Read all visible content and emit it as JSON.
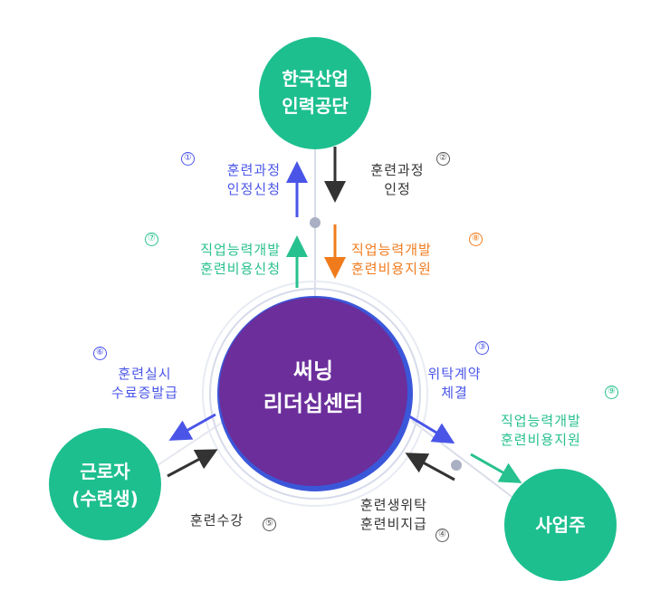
{
  "colors": {
    "node": "#1dbf8f",
    "center": "#6b2e9b",
    "center_ring": "#3b57d9",
    "blue": "#4a55e8",
    "dark": "#333333",
    "orange": "#f07b1d",
    "green": "#27c08f",
    "connector": "#d9dde8",
    "dot": "#aab0c4"
  },
  "nodes": {
    "hrd": {
      "line1": "한국산업",
      "line2": "인력공단"
    },
    "center": {
      "line1": "써닝",
      "line2": "리더십센터"
    },
    "trainee": {
      "line1": "근로자",
      "line2": "(수련생)"
    },
    "employer": {
      "line1": "사업주"
    }
  },
  "flows": [
    {
      "num": "①",
      "line1": "훈련과정",
      "line2": "인정신청"
    },
    {
      "num": "②",
      "line1": "훈련과정",
      "line2": "인정"
    },
    {
      "num": "③",
      "line1": "위탁계약",
      "line2": "체결"
    },
    {
      "num": "④",
      "line1": "훈련생위탁",
      "line2": "훈련비지급"
    },
    {
      "num": "⑤",
      "line1": "훈련수강"
    },
    {
      "num": "⑥",
      "line1": "훈련실시",
      "line2": "수료증발급"
    },
    {
      "num": "⑦",
      "line1": "직업능력개발",
      "line2": "훈련비용신청"
    },
    {
      "num": "⑧",
      "line1": "직업능력개발",
      "line2": "훈련비용지원"
    },
    {
      "num": "⑨",
      "line1": "직업능력개발",
      "line2": "훈련비용지원"
    }
  ]
}
